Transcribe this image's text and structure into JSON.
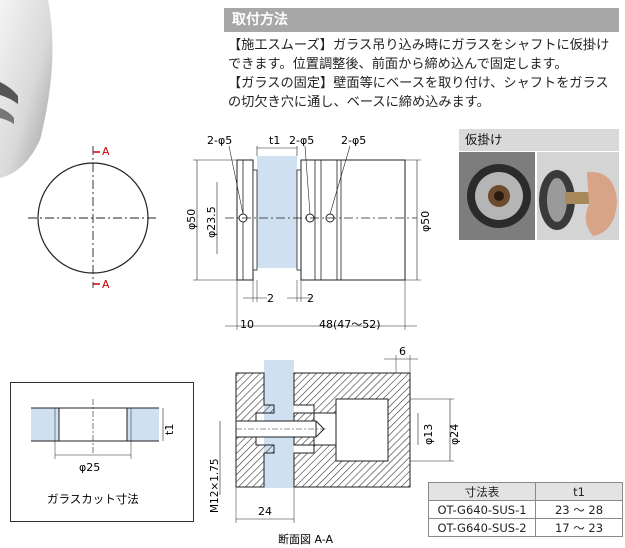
{
  "section": {
    "title": "取付方法"
  },
  "instructions": {
    "p1_tag": "【施工スムーズ】",
    "p1_text": "ガラス吊り込み時にガラスをシャフトに仮掛けできます。位置調整後、前面から締め込んで固定します。",
    "p2_tag": "【ガラスの固定】",
    "p2_text": "壁面等にベースを取り付け、シャフトをガラスの切欠き穴に通し、ベースに締め込みます。"
  },
  "photo_panel": {
    "title": "仮掛け"
  },
  "drawing": {
    "front_view": {
      "section_marker": "A"
    },
    "side_view": {
      "dim_t1": "t1",
      "dim_holes_left": "2-φ5",
      "dim_holes_mid": "2-φ5",
      "dim_holes_right": "2-φ5",
      "dim_dia_outer": "φ50",
      "dim_dia_inner": "φ23.5",
      "dim_dia_outer_right": "φ50",
      "dim_gap_left": "2",
      "dim_gap_right": "2",
      "dim_base_len": "10",
      "dim_shaft_len": "48(47〜52)"
    },
    "glass_cut": {
      "dim_t1": "t1",
      "dim_dia": "φ25",
      "caption": "ガラスカット寸法"
    },
    "section_view": {
      "dim_6": "6",
      "dim_dia13": "φ13",
      "dim_dia24": "φ24",
      "dim_thread": "M12×1.75",
      "dim_24": "24",
      "caption": "断面図 A-A"
    }
  },
  "dimension_table": {
    "header_name": "寸法表",
    "header_value": "t1",
    "rows": [
      {
        "model": "OT-G640-SUS-1",
        "t1": "23 〜 28"
      },
      {
        "model": "OT-G640-SUS-2",
        "t1": "17 〜 23"
      }
    ]
  }
}
